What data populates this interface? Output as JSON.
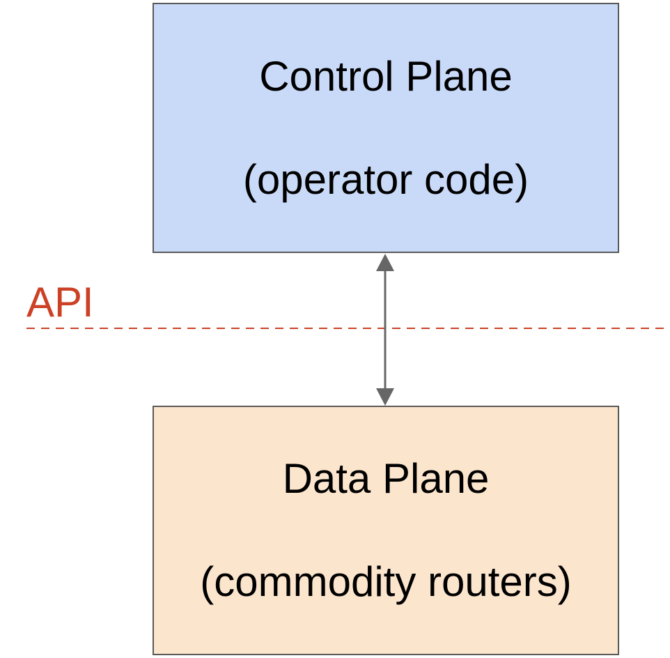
{
  "control_plane": {
    "title": "Control Plane",
    "subtitle": "(operator code)",
    "fill": "#c9daf8"
  },
  "data_plane": {
    "title": "Data Plane",
    "subtitle": "(commodity routers)",
    "fill": "#fce5cd"
  },
  "api": {
    "label": "API",
    "color": "#cc4125"
  },
  "connector": {
    "type": "bidirectional-arrow",
    "color": "#666666"
  }
}
